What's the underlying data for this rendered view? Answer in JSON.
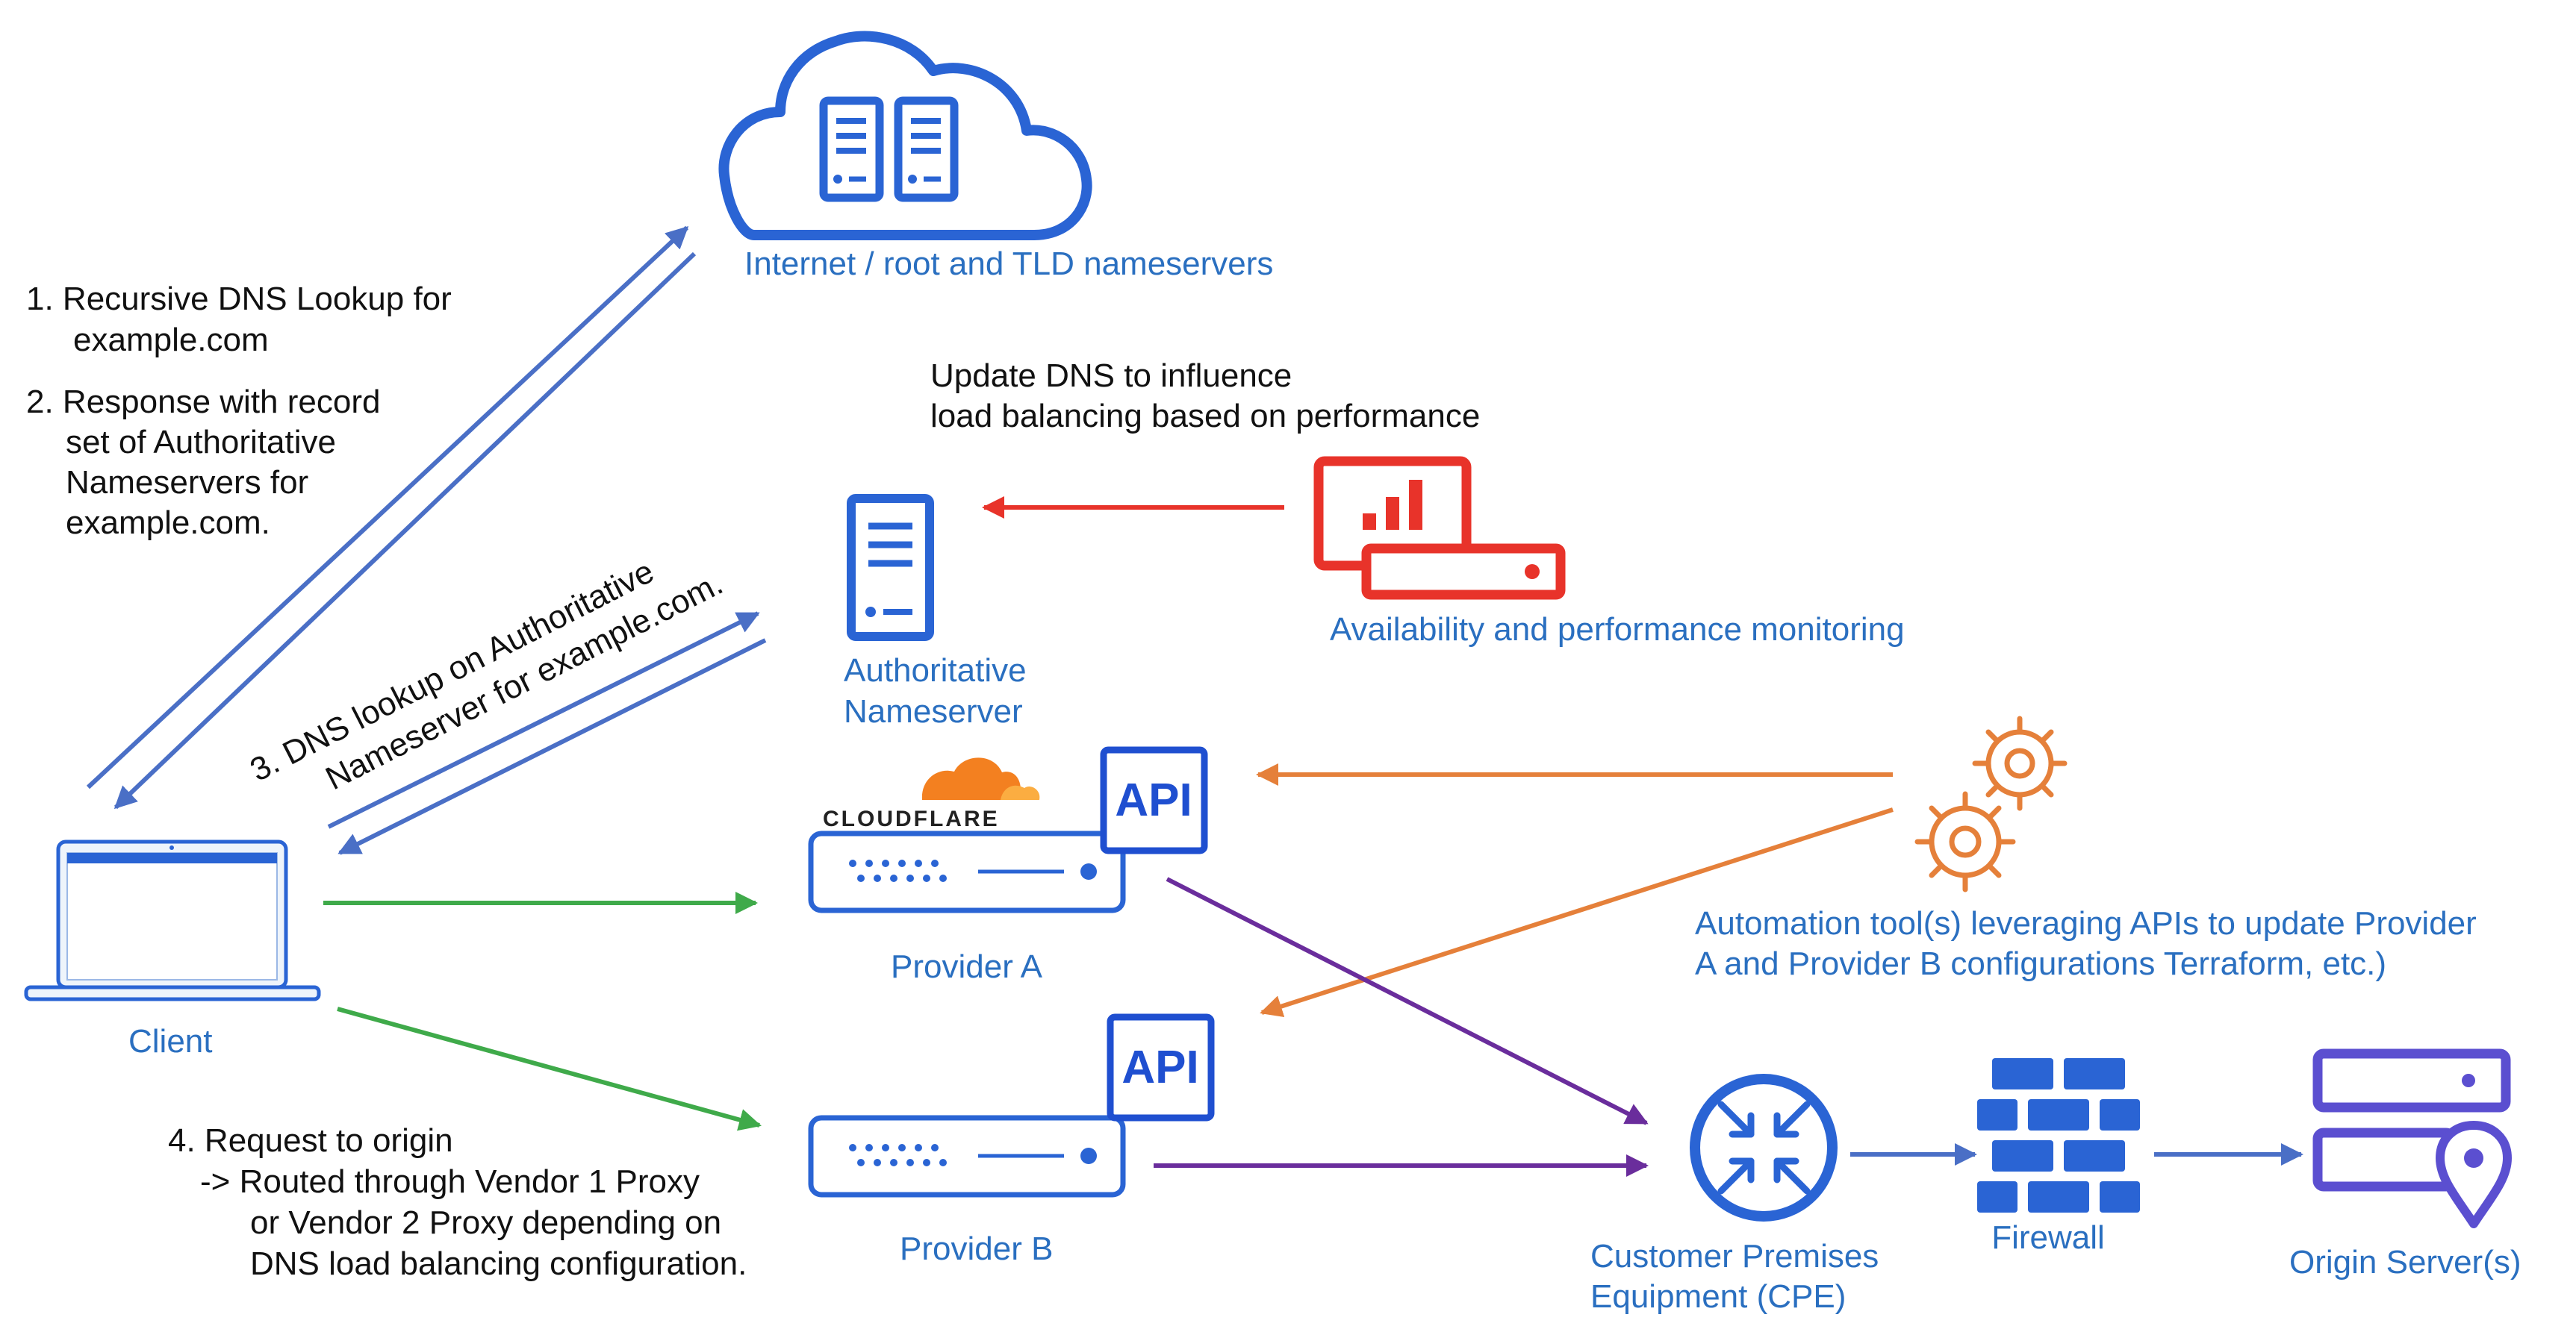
{
  "labels": {
    "internet": "Internet / root and TLD nameservers",
    "step1_line1": "1. Recursive DNS Lookup for",
    "step1_line2": "example.com",
    "step2_line1": "2. Response with record",
    "step2_line2": "set of Authoritative",
    "step2_line3": "Nameservers for",
    "step2_line4": "example.com.",
    "step3_line1": "3. DNS lookup on Authoritative",
    "step3_line2": "Nameserver for example.com.",
    "update_line1": "Update DNS to influence",
    "update_line2": "load balancing based on performance",
    "authoritative_line1": "Authoritative",
    "authoritative_line2": "Nameserver",
    "monitoring": "Availability and performance monitoring",
    "cloudflare": "CLOUDFLARE",
    "api": "API",
    "provider_a": "Provider A",
    "provider_b": "Provider B",
    "automation_line1": "Automation tool(s)  leveraging APIs to update Provider",
    "automation_line2": "A and Provider B configurations Terraform, etc.)",
    "client": "Client",
    "step4_line1": "4. Request to origin",
    "step4_line2": "-> Routed through Vendor 1 Proxy",
    "step4_line3": "or Vendor 2 Proxy depending on",
    "step4_line4": "DNS load balancing configuration.",
    "cpe_line1": "Customer Premises",
    "cpe_line2": "Equipment (CPE)",
    "firewall": "Firewall",
    "origin": "Origin Server(s)"
  },
  "icons": {
    "cloud": "cloud-icon",
    "nameserver": "server-icon",
    "monitor": "monitoring-dashboard-icon",
    "gears": "gears-icon",
    "laptop": "laptop-icon",
    "proxy": "proxy-server-icon",
    "router": "router-icon",
    "firewall": "brick-wall-icon",
    "origin": "origin-server-location-icon"
  },
  "colors": {
    "dns_arrows": "#4a6fc6",
    "update_arrow": "#e8332a",
    "automation_arrows": "#e5803a",
    "request_arrows": "#3faa4a",
    "origin_arrows": "#6a2d9c",
    "infra_arrows": "#4a6fc6",
    "label_blue": "#2a6fc0",
    "icon_blue": "#2a64d4",
    "monitor_red": "#e8332a",
    "gears_orange": "#e5803a",
    "cloudflare_orange": "#f38020",
    "origin_purple": "#5b4fd0"
  }
}
